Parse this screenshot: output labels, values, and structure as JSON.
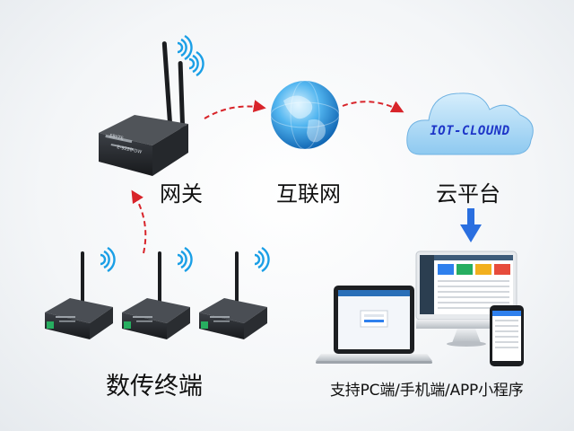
{
  "nodes": {
    "gateway": {
      "label": "网关",
      "device_brand": "EBYTE",
      "device_model": "E-9220-DW"
    },
    "internet": {
      "label": "互联网"
    },
    "cloud": {
      "label": "云平台",
      "text": "IOT-CLOUND"
    },
    "terminal": {
      "label": "数传终端"
    },
    "clients": {
      "label": "支持PC端/手机端/APP小程序"
    }
  },
  "colors": {
    "arrow_dashed": "#d8242a",
    "arrow_down": "#2a6fe0",
    "cloud_text": "#1e36c8",
    "wifi": "#1a9fe6",
    "tile_blue": "#2f80ed",
    "tile_green": "#27ae60",
    "tile_yellow": "#f2b01e",
    "tile_red": "#e74c3c"
  },
  "icons": [
    "wifi-icon",
    "globe-icon",
    "cloud-icon",
    "down-arrow-icon",
    "gateway-device",
    "terminal-device",
    "monitor",
    "laptop",
    "phone"
  ]
}
